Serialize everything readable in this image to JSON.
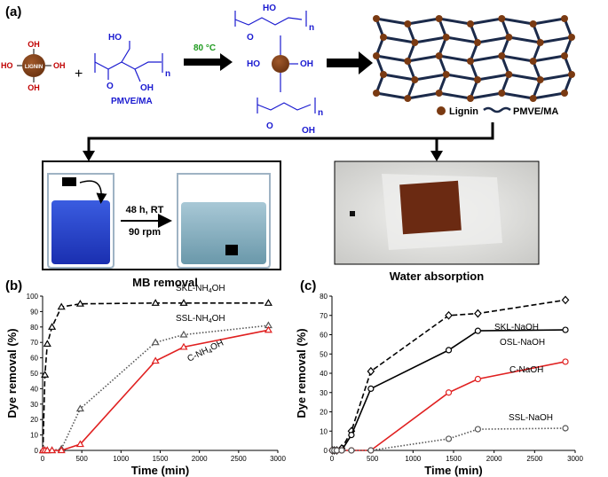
{
  "figure": {
    "panel_a": "(a)",
    "panel_b": "(b)",
    "panel_c": "(c)",
    "lignin_core": "LIGNIN",
    "oh": "OH",
    "ho": "HO",
    "plus": "+",
    "pmve_ma": "PMVE/MA",
    "n": "n",
    "temperature": "80 °C",
    "legend_lignin": "Lignin",
    "legend_pmvema": "PMVE/MA",
    "condition_1": "48 h, RT",
    "condition_2": "90 rpm",
    "mb_removal": "MB removal",
    "water_absorption": "Water absorption"
  },
  "colors": {
    "blue_chem": "#1a1ad0",
    "green_temp": "#1f9a1f",
    "lignin": "#7a3a12",
    "network": "#1b2a4a",
    "red_series": "#e02020"
  },
  "chart_data": [
    {
      "type": "line",
      "panel": "(b)",
      "xlabel": "Time (min)",
      "ylabel": "Dye removal (%)",
      "xlim": [
        0,
        3000
      ],
      "ylim": [
        0,
        100
      ],
      "xticks": [
        "0",
        "500",
        "1000",
        "1500",
        "2000",
        "2500",
        "3000"
      ],
      "yticks": [
        "0",
        "10",
        "20",
        "30",
        "40",
        "50",
        "60",
        "70",
        "80",
        "90",
        "100"
      ],
      "series": [
        {
          "name": "SKL-NH4OH",
          "label_main": "SKL-NH",
          "label_sub": "4",
          "label_end": "OH",
          "color": "#000000",
          "dash": "6,3",
          "marker": "triangle",
          "x": [
            5,
            30,
            60,
            120,
            240,
            480,
            1440,
            1800,
            2880
          ],
          "y": [
            0,
            49,
            69,
            80,
            93,
            95,
            95.5,
            95.5,
            95.5
          ]
        },
        {
          "name": "SSL-NH4OH",
          "label_main": "SSL-NH",
          "label_sub": "4",
          "label_end": "OH",
          "color": "#555555",
          "dash": "1.5,2",
          "marker": "triangle",
          "x": [
            5,
            30,
            60,
            120,
            240,
            480,
            1440,
            1800,
            2880
          ],
          "y": [
            0,
            0,
            0,
            0,
            1,
            27,
            70,
            75,
            81
          ]
        },
        {
          "name": "C-NH4OH",
          "label_main": "C-NH",
          "label_sub": "4",
          "label_end": "OH",
          "color": "#e02020",
          "dash": "",
          "marker": "triangle",
          "x": [
            5,
            30,
            60,
            120,
            240,
            480,
            1440,
            1800,
            2880
          ],
          "y": [
            0,
            0,
            0,
            0,
            0,
            4,
            58,
            67,
            78
          ]
        }
      ]
    },
    {
      "type": "line",
      "panel": "(c)",
      "xlabel": "Time (min)",
      "ylabel": "Dye removal (%)",
      "xlim": [
        0,
        3000
      ],
      "ylim": [
        0,
        80
      ],
      "xticks": [
        "0",
        "500",
        "1000",
        "1500",
        "2000",
        "2500",
        "3000"
      ],
      "yticks": [
        "0",
        "10",
        "20",
        "30",
        "40",
        "50",
        "60",
        "70",
        "80"
      ],
      "series": [
        {
          "name": "SKL-NaOH",
          "color": "#000000",
          "dash": "6,3",
          "marker": "diamond",
          "x": [
            5,
            30,
            60,
            120,
            240,
            480,
            1440,
            1800,
            2880
          ],
          "y": [
            0,
            0,
            0,
            1,
            10,
            41,
            70,
            71,
            78
          ]
        },
        {
          "name": "OSL-NaOH",
          "color": "#000000",
          "dash": "",
          "marker": "circle",
          "x": [
            5,
            30,
            60,
            120,
            240,
            480,
            1440,
            1800,
            2880
          ],
          "y": [
            0,
            0,
            0,
            0,
            8,
            32,
            52,
            62,
            62.5
          ]
        },
        {
          "name": "C-NaOH",
          "color": "#e02020",
          "dash": "",
          "marker": "circle",
          "x": [
            5,
            30,
            60,
            120,
            240,
            480,
            1440,
            1800,
            2880
          ],
          "y": [
            0,
            0,
            0,
            0,
            0,
            0,
            30,
            37,
            46
          ]
        },
        {
          "name": "SSL-NaOH",
          "color": "#555555",
          "dash": "1.5,2",
          "marker": "circle",
          "x": [
            5,
            30,
            60,
            120,
            240,
            480,
            1440,
            1800,
            2880
          ],
          "y": [
            0,
            0,
            0,
            0,
            0,
            0,
            6,
            11,
            11.5
          ]
        }
      ]
    }
  ]
}
